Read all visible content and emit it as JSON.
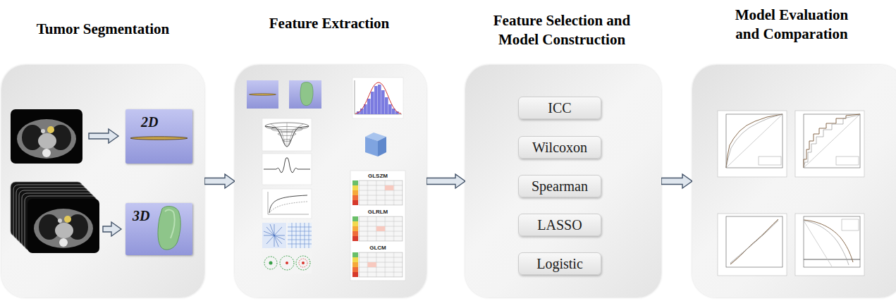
{
  "diagram": {
    "nodes": [
      {
        "text": [
          "Tumor Segmentation"
        ]
      },
      {
        "text": [
          "2D"
        ],
        "in": 0
      },
      {
        "text": [
          "3D"
        ],
        "in": 0
      },
      {
        "text": [
          "Feature Extraction"
        ]
      },
      {
        "text": [
          "Feature Selection and Model Construction"
        ]
      },
      {
        "text": [
          "ICC"
        ],
        "in": 4
      },
      {
        "text": [
          "Wilcoxon"
        ],
        "in": 4
      },
      {
        "text": [
          "Spearman"
        ],
        "in": 4
      },
      {
        "text": [
          "LASSO"
        ],
        "in": 4
      },
      {
        "text": [
          "Logistic"
        ],
        "in": 4
      },
      {
        "text": [
          "Model Evaluation and Comparation"
        ]
      }
    ],
    "edges": [
      {
        "from": 0,
        "to": 3,
        "arrow": "to"
      },
      {
        "from": 3,
        "to": 4,
        "arrow": "to"
      },
      {
        "from": 4,
        "to": 10,
        "arrow": "to"
      }
    ],
    "labels": [
      "GLSZM",
      "GLRLM",
      "GLCM"
    ]
  }
}
